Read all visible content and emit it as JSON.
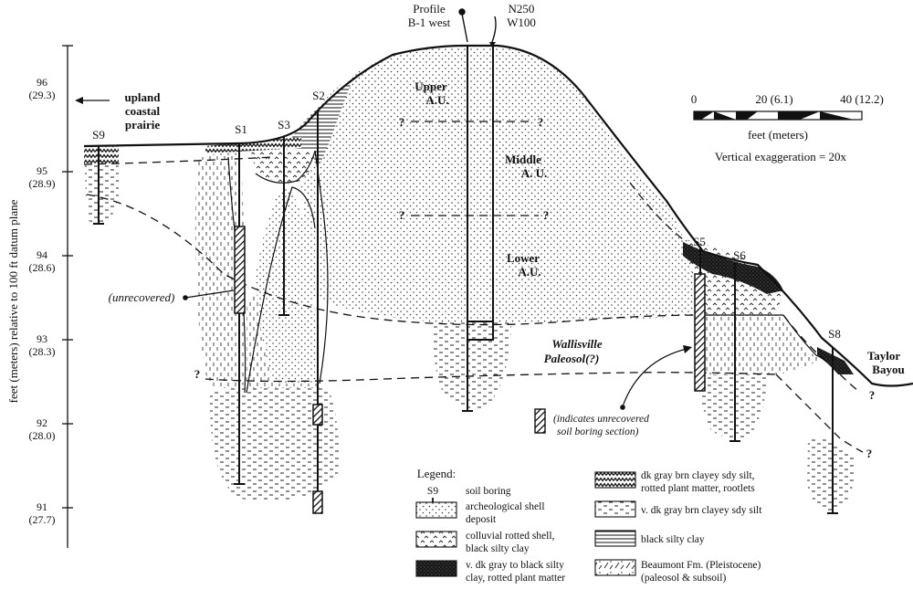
{
  "profile": {
    "left_line1": "Profile",
    "left_line2": "B-1 west",
    "right_line1": "N250",
    "right_line2": "W100"
  },
  "y_axis": {
    "label": "feet (meters) relative to 100 ft datum plane",
    "ticks": [
      {
        "ft": "96",
        "m": "(29.3)"
      },
      {
        "ft": "95",
        "m": "(28.9)"
      },
      {
        "ft": "94",
        "m": "(28.6)"
      },
      {
        "ft": "93",
        "m": "(28.3)"
      },
      {
        "ft": "92",
        "m": "(28.0)"
      },
      {
        "ft": "91",
        "m": "(27.7)"
      }
    ]
  },
  "annotations": {
    "upland_line1": "upland",
    "upland_line2": "coastal",
    "upland_line3": "prairie",
    "taylor_line1": "Taylor",
    "taylor_line2": "Bayou",
    "unrecovered": "(unrecovered)",
    "paleosol_line1": "Wallisville",
    "paleosol_line2": "Paleosol(?)",
    "indicates_line1": "(indicates unrecovered",
    "indicates_line2": "soil boring section)",
    "question": "?"
  },
  "units": [
    {
      "line1": "Upper",
      "line2": "A.U."
    },
    {
      "line1": "Middle",
      "line2": "A. U."
    },
    {
      "line1": "Lower",
      "line2": "A.U."
    }
  ],
  "borings": [
    "S9",
    "S1",
    "S3",
    "S2",
    "S5",
    "S6",
    "S8"
  ],
  "scale": {
    "labels": [
      "0",
      "20 (6.1)",
      "40 (12.2)"
    ],
    "unit": "feet (meters)",
    "exaggeration": "Vertical exaggeration = 20x"
  },
  "legend": {
    "title": "Legend:",
    "items": [
      {
        "key": "S9",
        "line1": "soil boring",
        "line2": ""
      },
      {
        "key": "shell",
        "line1": "archeological shell",
        "line2": "deposit"
      },
      {
        "key": "colluvial",
        "line1": "colluvial rotted shell,",
        "line2": "black silty clay"
      },
      {
        "key": "dark",
        "line1": "v. dk gray to black silty",
        "line2": "clay, rotted plant matter"
      },
      {
        "key": "zigzag",
        "line1": "dk gray brn clayey sdy silt,",
        "line2": "rotted plant matter, rootlets"
      },
      {
        "key": "dash",
        "line1": "v. dk gray brn clayey sdy silt",
        "line2": ""
      },
      {
        "key": "horiz",
        "line1": "black silty clay",
        "line2": ""
      },
      {
        "key": "beaumont",
        "line1": "Beaumont Fm. (Pleistocene)",
        "line2": "(paleosol & subsoil)"
      }
    ]
  },
  "colors": {
    "ink": "#111111",
    "paper": "#ffffff"
  }
}
